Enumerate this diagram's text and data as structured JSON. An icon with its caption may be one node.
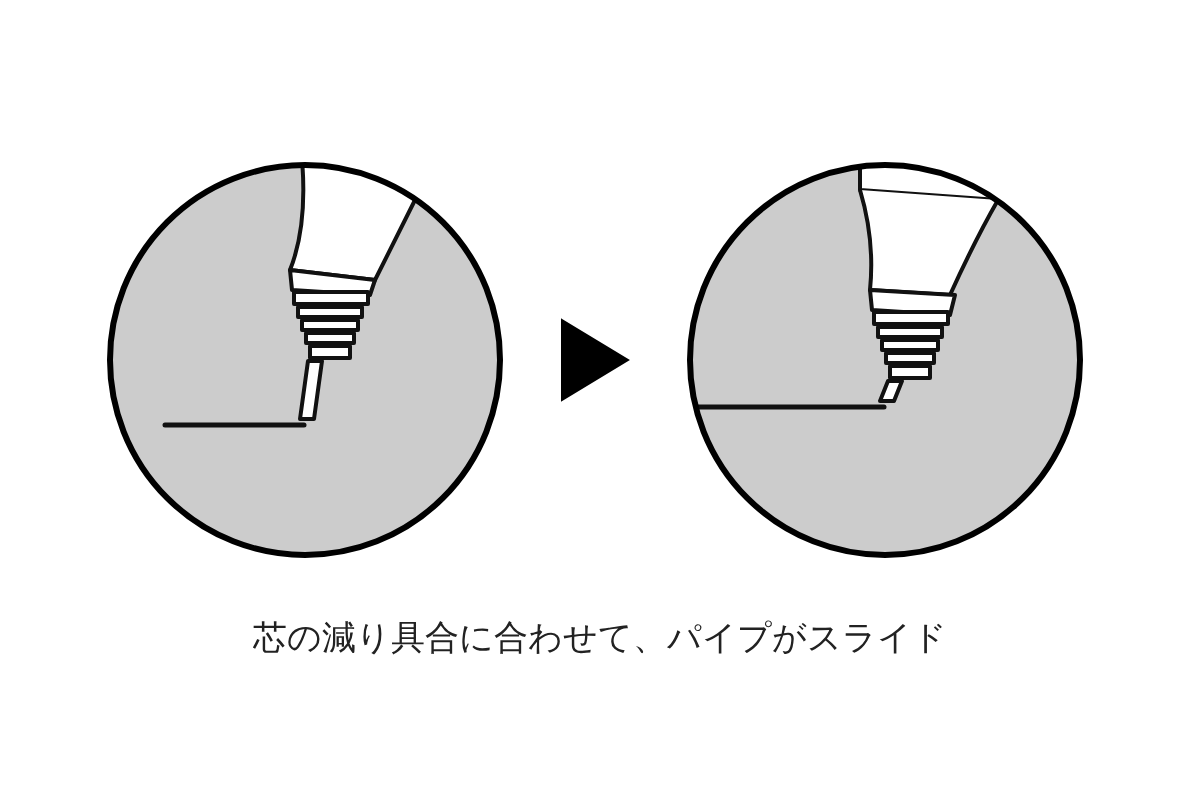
{
  "diagram": {
    "caption": "芯の減り具合に合わせて、パイプがスライド",
    "nodes": [
      {
        "text": [],
        "shape": "picture"
      },
      {
        "text": [],
        "shape": "picture"
      }
    ],
    "edges": [
      {
        "from": 0,
        "to": 1,
        "arrow": "to"
      }
    ]
  }
}
